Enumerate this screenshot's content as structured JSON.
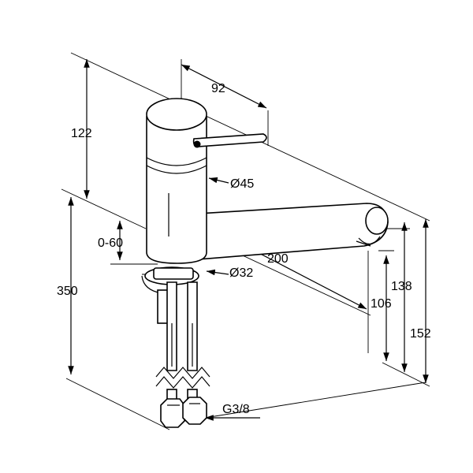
{
  "dimensions": {
    "lever_reach": "92",
    "height_top": "122",
    "body_diameter": "Ø45",
    "adjust_range": "0-60",
    "spout_reach": "200",
    "base_diameter": "Ø32",
    "hose_length": "350",
    "spout_height_138": "138",
    "spout_height_106": "106",
    "total_height": "152",
    "thread": "G3/8"
  }
}
